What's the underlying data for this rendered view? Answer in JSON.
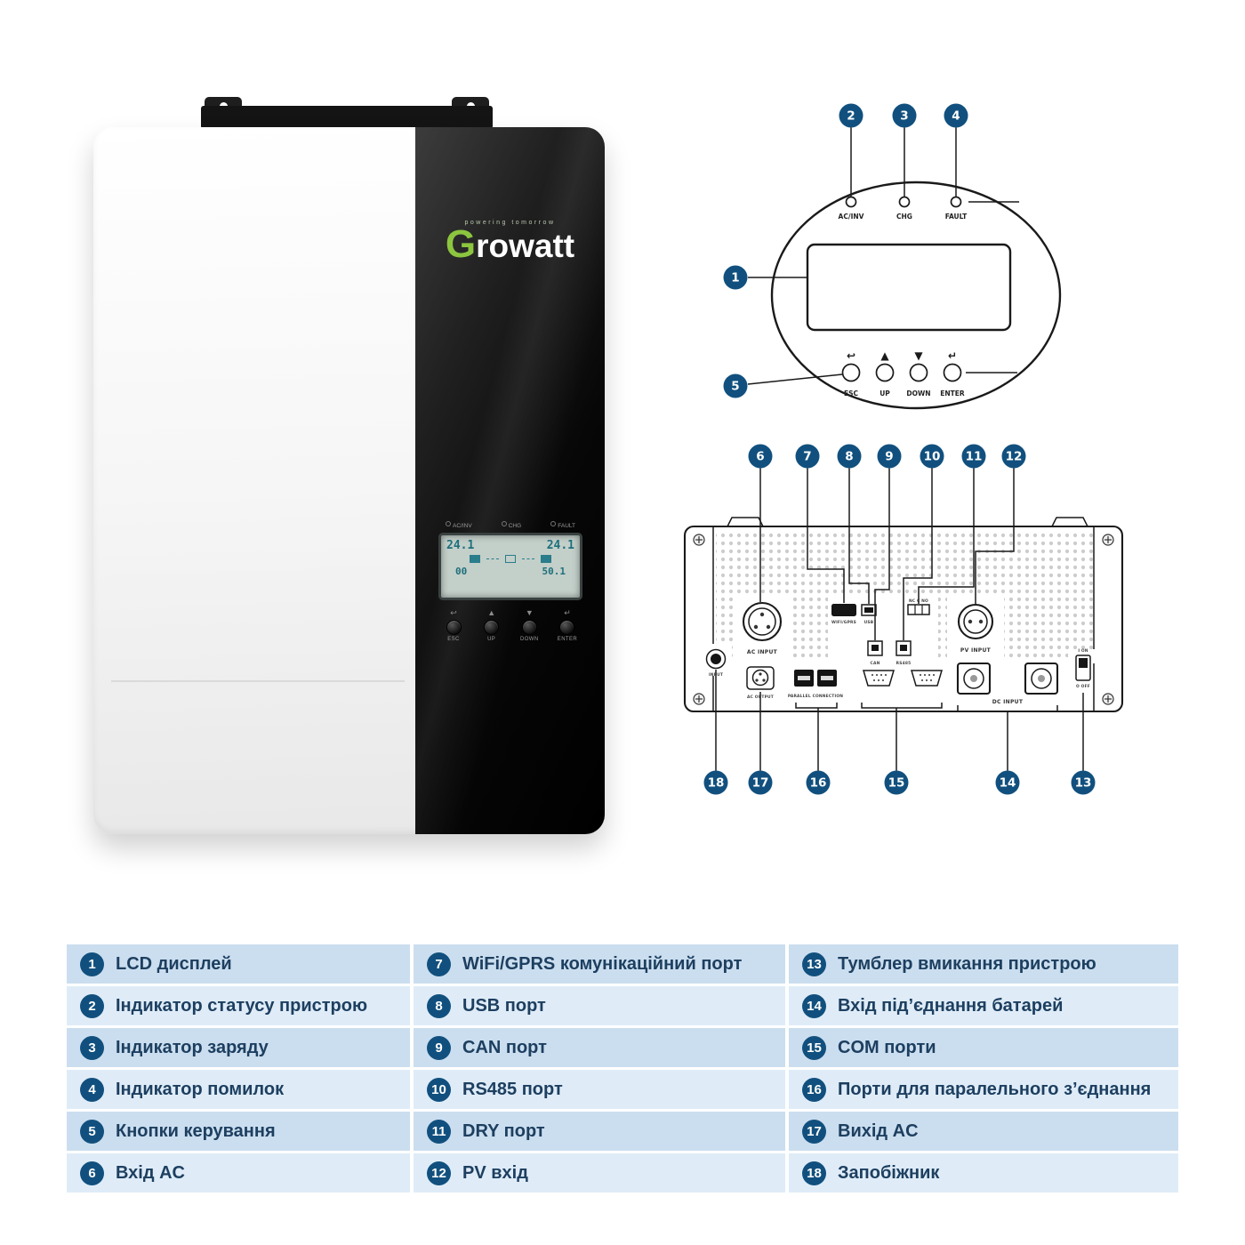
{
  "colors": {
    "accent_blue": "#11507e",
    "row_dark": "#cbdeef",
    "row_light": "#dfecf8",
    "text_navy": "#1d3f60",
    "logo_green": "#8cc63f"
  },
  "product": {
    "tagline": "powering tomorrow",
    "brand_g": "G",
    "brand_rest": "rowatt",
    "lcd": {
      "indicators": [
        "AC/INV",
        "CHG",
        "FAULT"
      ],
      "top_left": "24.1",
      "top_right": "24.1",
      "bottom_left": "00",
      "bottom_right": "50.1",
      "buttons": [
        "ESC",
        "UP",
        "DOWN",
        "ENTER"
      ],
      "button_symbols": [
        "↩",
        "▲",
        "▼",
        "↵"
      ]
    }
  },
  "panel_diagram": {
    "callouts": [
      "1",
      "2",
      "3",
      "4",
      "5"
    ],
    "indicators": [
      "AC/INV",
      "CHG",
      "FAULT"
    ],
    "buttons": [
      "ESC",
      "UP",
      "DOWN",
      "ENTER"
    ],
    "button_symbols": [
      "↩",
      "▲",
      "▼",
      "↵"
    ]
  },
  "rear_diagram": {
    "callouts_top": [
      "6",
      "7",
      "8",
      "9",
      "10",
      "11",
      "12"
    ],
    "callouts_bottom": [
      "18",
      "17",
      "16",
      "15",
      "14",
      "13"
    ],
    "labels": {
      "ac_input": "AC INPUT",
      "input_breaker": "INPUT",
      "ac_output": "AC OUTPUT",
      "wifi": "WIFI/GPRS",
      "usb": "USB",
      "dry": "NC C NO",
      "can": "CAN",
      "rs485": "RS485",
      "pv_input": "PV INPUT",
      "parallel": "PARALLEL CONNECTION",
      "dc_input": "DC INPUT",
      "switch_on": "I ON",
      "switch_off": "O OFF"
    }
  },
  "legend": {
    "items": [
      {
        "num": "1",
        "label": "LCD дисплей"
      },
      {
        "num": "2",
        "label": "Індикатор статусу пристрою"
      },
      {
        "num": "3",
        "label": "Індикатор заряду"
      },
      {
        "num": "4",
        "label": "Індикатор помилок"
      },
      {
        "num": "5",
        "label": "Кнопки керування"
      },
      {
        "num": "6",
        "label": "Вхід AC"
      },
      {
        "num": "7",
        "label": "WiFi/GPRS комунікаційний порт"
      },
      {
        "num": "8",
        "label": "USB порт"
      },
      {
        "num": "9",
        "label": "CAN порт"
      },
      {
        "num": "10",
        "label": "RS485 порт"
      },
      {
        "num": "11",
        "label": "DRY порт"
      },
      {
        "num": "12",
        "label": "PV вхід"
      },
      {
        "num": "13",
        "label": "Тумблер вмикання пристрою"
      },
      {
        "num": "14",
        "label": "Вхід під’єднання батарей"
      },
      {
        "num": "15",
        "label": "COM порти"
      },
      {
        "num": "16",
        "label": "Порти для паралельного з’єднання"
      },
      {
        "num": "17",
        "label": "Вихід AC"
      },
      {
        "num": "18",
        "label": "Запобіжник"
      }
    ]
  }
}
